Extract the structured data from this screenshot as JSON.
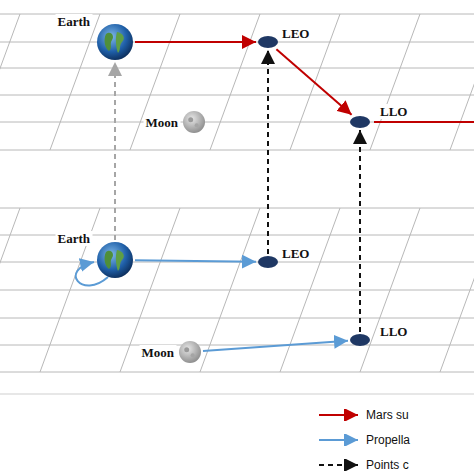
{
  "diagram": {
    "nodes": [
      {
        "text": [
          "Earth"
        ]
      },
      {
        "text": [
          "LEO"
        ]
      },
      {
        "text": [
          "Moon"
        ]
      },
      {
        "text": [
          "LLO"
        ]
      },
      {
        "text": [
          "Earth"
        ]
      },
      {
        "text": [
          "LEO"
        ]
      },
      {
        "text": [
          "Moon"
        ]
      },
      {
        "text": [
          "LLO"
        ]
      }
    ],
    "edges": [
      {
        "from": 0,
        "to": 1,
        "arrow": "to"
      },
      {
        "from": 1,
        "to": 3,
        "arrow": "to"
      },
      {
        "from": 4,
        "to": 5,
        "arrow": "to"
      },
      {
        "from": 6,
        "to": 7,
        "arrow": "to"
      },
      {
        "from": 4,
        "to": 0,
        "arrow": "to"
      },
      {
        "from": 5,
        "to": 1,
        "arrow": "to"
      },
      {
        "from": 7,
        "to": 3,
        "arrow": "to"
      }
    ],
    "legend": [
      {
        "text": "Mars su"
      },
      {
        "text": "Propella"
      },
      {
        "text": "Points c"
      }
    ]
  }
}
